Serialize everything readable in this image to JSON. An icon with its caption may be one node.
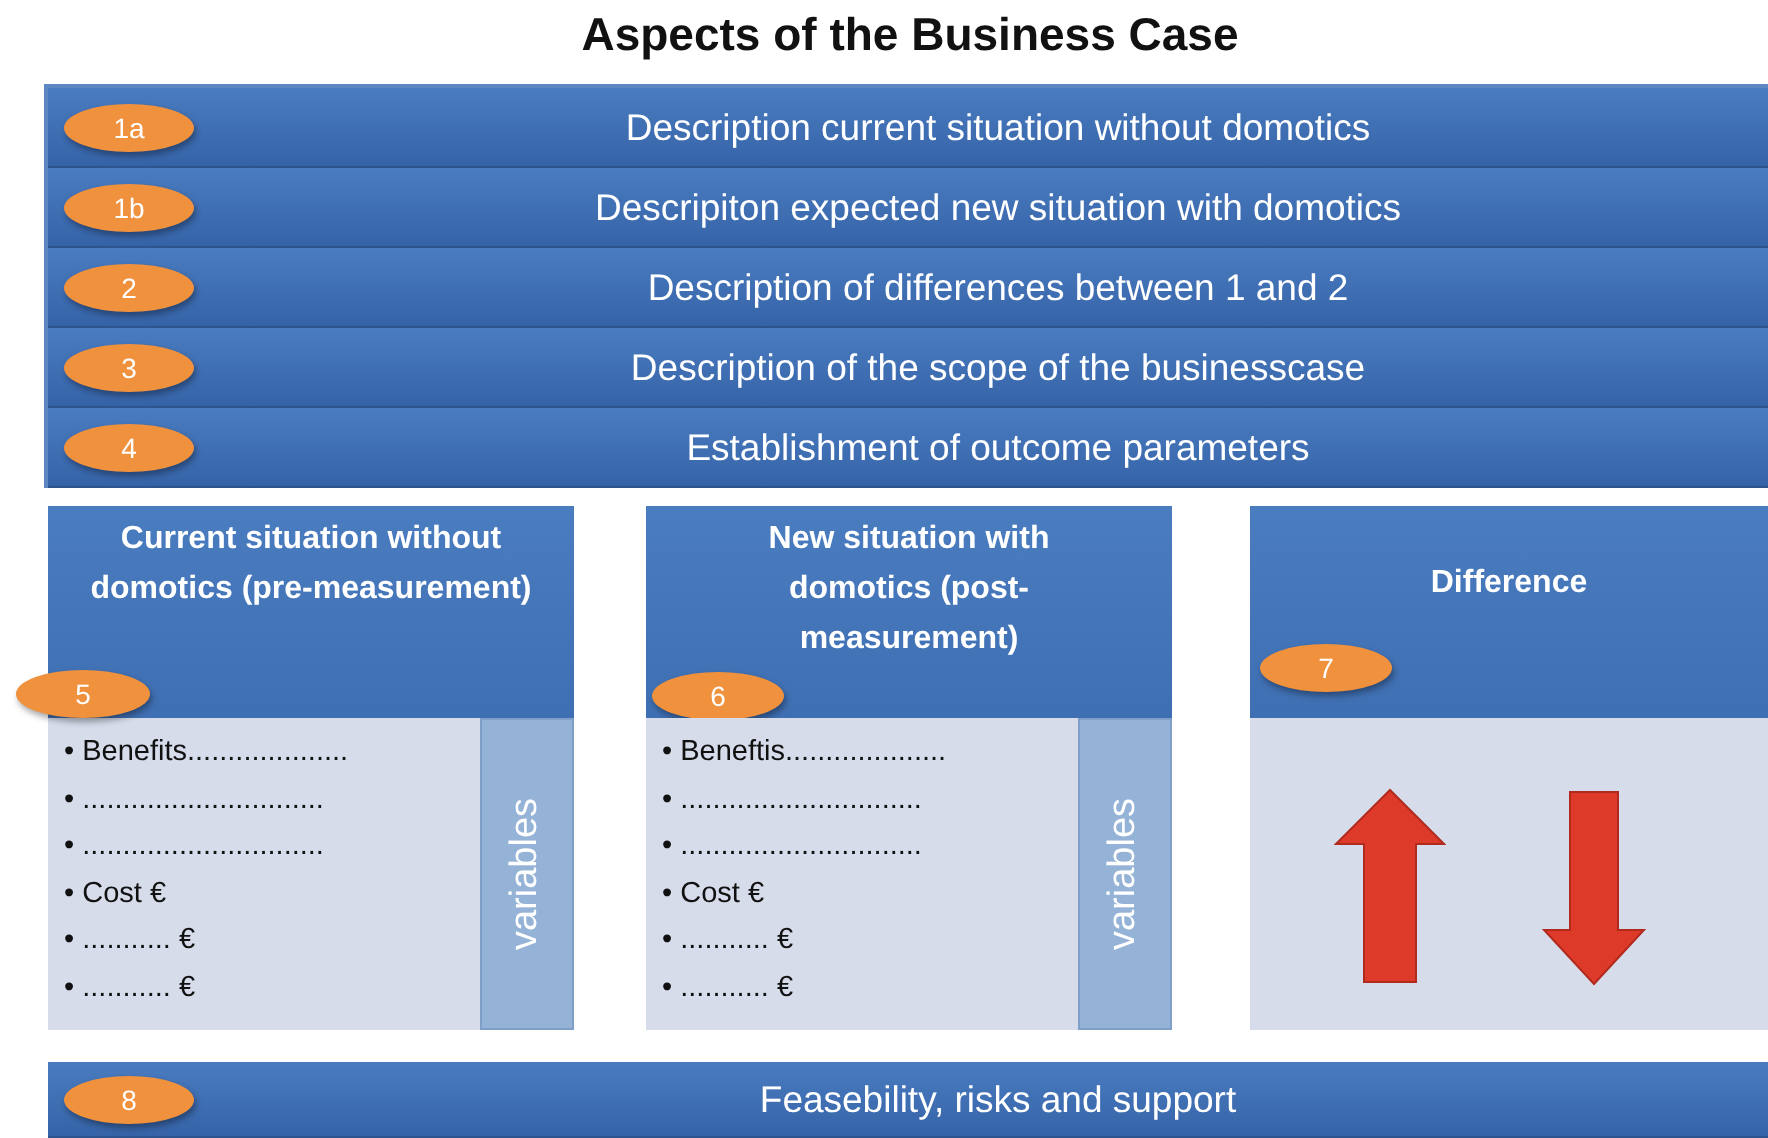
{
  "diagram": {
    "title": "Aspects of the Business Case",
    "nodes": [
      {
        "text": [
          "Description current situation without domotics"
        ]
      },
      {
        "text": [
          "1a"
        ],
        "in": 0
      },
      {
        "text": [
          "Descripiton expected new situation with domotics"
        ]
      },
      {
        "text": [
          "1b"
        ],
        "in": 2
      },
      {
        "text": [
          "Description of differences between 1 and 2"
        ]
      },
      {
        "text": [
          "2"
        ],
        "in": 4
      },
      {
        "text": [
          "Description of the scope of the businesscase"
        ]
      },
      {
        "text": [
          "3"
        ],
        "in": 6
      },
      {
        "text": [
          "Establishment of outcome parameters"
        ]
      },
      {
        "text": [
          "4"
        ],
        "in": 8
      },
      {
        "text": [
          "Current situation without domotics (pre-measurement)"
        ]
      },
      {
        "text": [
          "5"
        ]
      },
      {
        "text": [
          "• Benefits....................",
          "• ..............................",
          "• ..............................",
          "• Cost €",
          "• ........... €",
          "• ........... €"
        ],
        "in": 10
      },
      {
        "text": [
          "variables"
        ],
        "in": 12
      },
      {
        "text": [
          "New situation with domotics (post-measurement)"
        ]
      },
      {
        "text": [
          "6"
        ],
        "in": 14
      },
      {
        "text": [
          "• Beneftis....................",
          "• ..............................",
          "• ..............................",
          "• Cost €",
          "• ........... €",
          "• ........... €"
        ],
        "in": 14
      },
      {
        "text": [
          "variables"
        ],
        "in": 16
      },
      {
        "text": [
          "Difference"
        ]
      },
      {
        "text": [
          "7"
        ],
        "in": 18
      },
      {
        "text": [
          "Feasebility, risks and support"
        ]
      },
      {
        "text": [
          "8"
        ],
        "in": 20
      }
    ]
  }
}
